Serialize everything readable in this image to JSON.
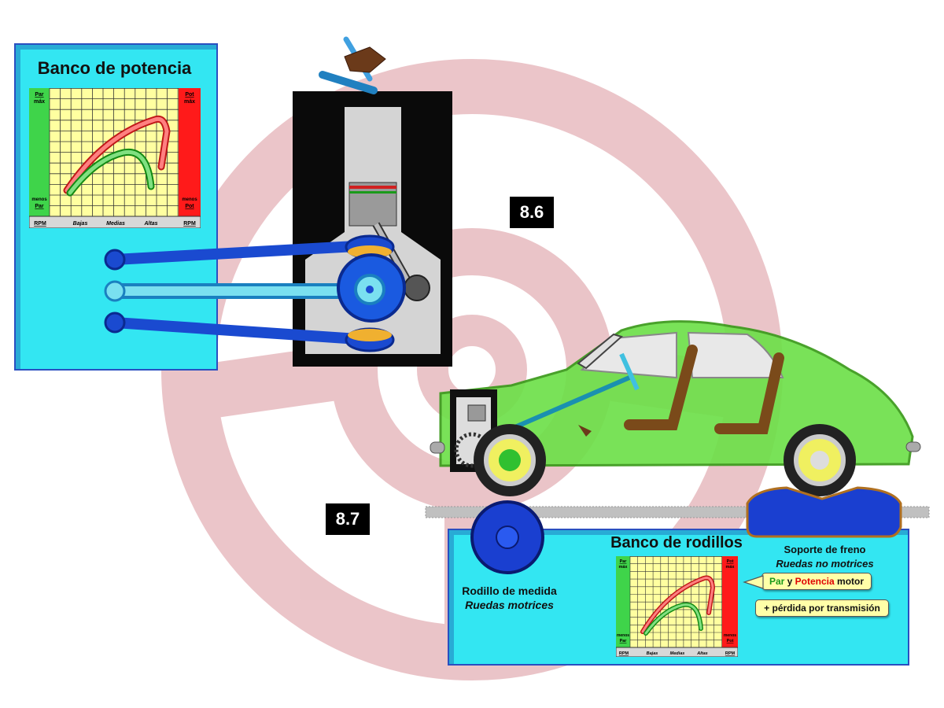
{
  "badges": {
    "top": "8.6",
    "bottom": "8.7"
  },
  "dyno_panel": {
    "title": "Banco de potencia",
    "chart": {
      "left_top": "Par",
      "left_top2": "máx",
      "left_bottom": "menos",
      "left_bottom2": "Par",
      "right_top": "Pot",
      "right_top2": "máx",
      "right_bottom": "menos",
      "right_bottom2": "Pot",
      "axis": [
        "RPM",
        "Bajas",
        "Medias",
        "Altas",
        "RPM"
      ]
    }
  },
  "roller_panel": {
    "title": "Banco de rodillos",
    "brake_support": "Soporte de freno",
    "brake_support_sub": "Ruedas no motrices",
    "measure_roller": "Rodillo de medida",
    "measure_roller_sub": "Ruedas motrices",
    "pill1_a": "Par",
    "pill1_b": " y ",
    "pill1_c": "Potencia",
    "pill1_d": " motor",
    "pill2": "+ pérdida por transmisión",
    "chart": {
      "left_top": "Par",
      "left_top2": "máx",
      "left_bottom": "menos",
      "left_bottom2": "Par",
      "right_top": "Pot",
      "right_top2": "máx",
      "right_bottom": "menos",
      "right_bottom2": "Pot",
      "axis": [
        "RPM",
        "Bajas",
        "Medias",
        "Altas",
        "RPM"
      ]
    }
  },
  "colors": {
    "panel": "#33e6f2",
    "car": "#6ee04a",
    "watermark": "#d9a0a6",
    "roller": "#1a3fd0"
  }
}
